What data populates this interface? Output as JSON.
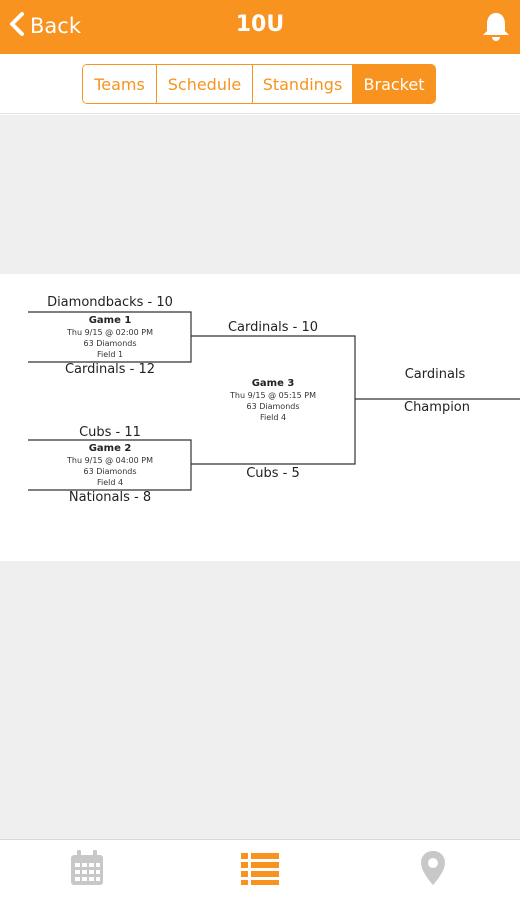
{
  "header": {
    "back_label": "Back",
    "title": "10U",
    "icons": {
      "back": "chevron-left-icon",
      "notify": "bell-icon"
    }
  },
  "tabs": [
    {
      "label": "Teams",
      "active": false
    },
    {
      "label": "Schedule",
      "active": false
    },
    {
      "label": "Standings",
      "active": false
    },
    {
      "label": "Bracket",
      "active": true
    }
  ],
  "bracket": {
    "game1": {
      "top_team": "Diamondbacks - 10",
      "title": "Game 1",
      "time": "Thu 9/15 @ 02:00 PM",
      "venue": "63 Diamonds",
      "field": "Field 1",
      "bottom_team": "Cardinals - 12"
    },
    "game2": {
      "top_team": "Cubs - 11",
      "title": "Game 2",
      "time": "Thu 9/15 @ 04:00 PM",
      "venue": "63 Diamonds",
      "field": "Field 4",
      "bottom_team": "Nationals - 8"
    },
    "game3": {
      "top_team": "Cardinals - 10",
      "title": "Game 3",
      "time": "Thu 9/15 @ 05:15 PM",
      "venue": "63 Diamonds",
      "field": "Field 4",
      "bottom_team": "Cubs - 5"
    },
    "final": {
      "winner": "Cardinals",
      "label": "Champion"
    }
  },
  "footer": {
    "icons": [
      "calendar-icon",
      "list-icon",
      "map-pin-icon"
    ],
    "active_index": 1
  },
  "colors": {
    "accent": "#f7931e",
    "inactive_icon": "#c8c8c8",
    "background_gray": "#efefef"
  }
}
